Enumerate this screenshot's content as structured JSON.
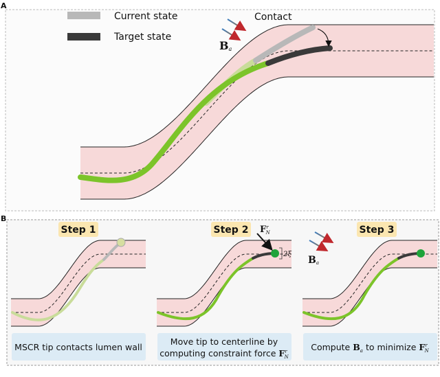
{
  "panel_a": {
    "label": "A",
    "legend": [
      {
        "label": "Current state",
        "color": "#b8b8b8"
      },
      {
        "label": "Target state",
        "color": "#3a3a3a"
      }
    ],
    "contact_label": "Contact",
    "field_symbol": "B",
    "field_subscript": "a"
  },
  "panel_b": {
    "label": "B",
    "steps": [
      {
        "title": "Step 1",
        "caption_lines": [
          "MSCR tip contacts lumen wall"
        ]
      },
      {
        "title": "Step 2",
        "caption_lines": [
          "Move tip to centerline by",
          "computing constraint force "
        ],
        "force_symbol": "F",
        "force_sup": "r",
        "force_sub": "N",
        "gap_label": "2ξ"
      },
      {
        "title": "Step 3",
        "caption_lines": [
          "Compute ",
          " to minimize "
        ],
        "field_symbol": "B",
        "field_subscript": "a",
        "force_symbol": "F",
        "force_sup": "r",
        "force_sub": "N"
      }
    ]
  },
  "colors": {
    "lumen": "#f7d9d9",
    "robot": "#7cc42a",
    "robot_faded": "#c9dc9a",
    "current": "#b8b8b8",
    "target": "#3a3a3a",
    "tip_target": "#1fa33a",
    "step_badge": "#fbe6b0",
    "caption_box": "#dcebf5"
  }
}
